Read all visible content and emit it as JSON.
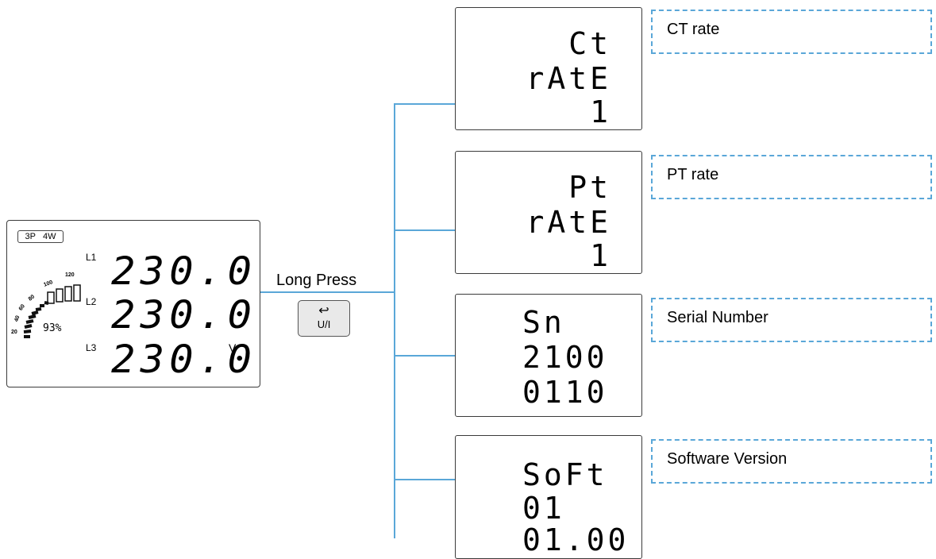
{
  "meter": {
    "mode_left": "3P",
    "mode_right": "4W",
    "lines": [
      {
        "label": "L1",
        "value": "230.0"
      },
      {
        "label": "L2",
        "value": "230.0"
      },
      {
        "label": "L3",
        "value": "230.0"
      }
    ],
    "unit": "V",
    "gauge_percent": "93%",
    "gauge_ticks": [
      "20",
      "40",
      "60",
      "80",
      "100",
      "120"
    ]
  },
  "connector": {
    "label": "Long Press",
    "button_icon": "return-arrow-icon",
    "button_label": "U/I"
  },
  "screens": [
    {
      "lines": [
        "Ct",
        "rAtE",
        "1"
      ],
      "callout": "CT rate"
    },
    {
      "lines": [
        "Pt",
        "rAtE",
        "1"
      ],
      "callout": "PT rate"
    },
    {
      "lines": [
        "Sn",
        "2100",
        "0110"
      ],
      "callout": "Serial Number"
    },
    {
      "lines": [
        "SoFt",
        "01",
        "01.00"
      ],
      "callout": "Software Version"
    }
  ],
  "colors": {
    "connector_line": "#5aa7d8",
    "callout_border": "#5aa7d8"
  }
}
